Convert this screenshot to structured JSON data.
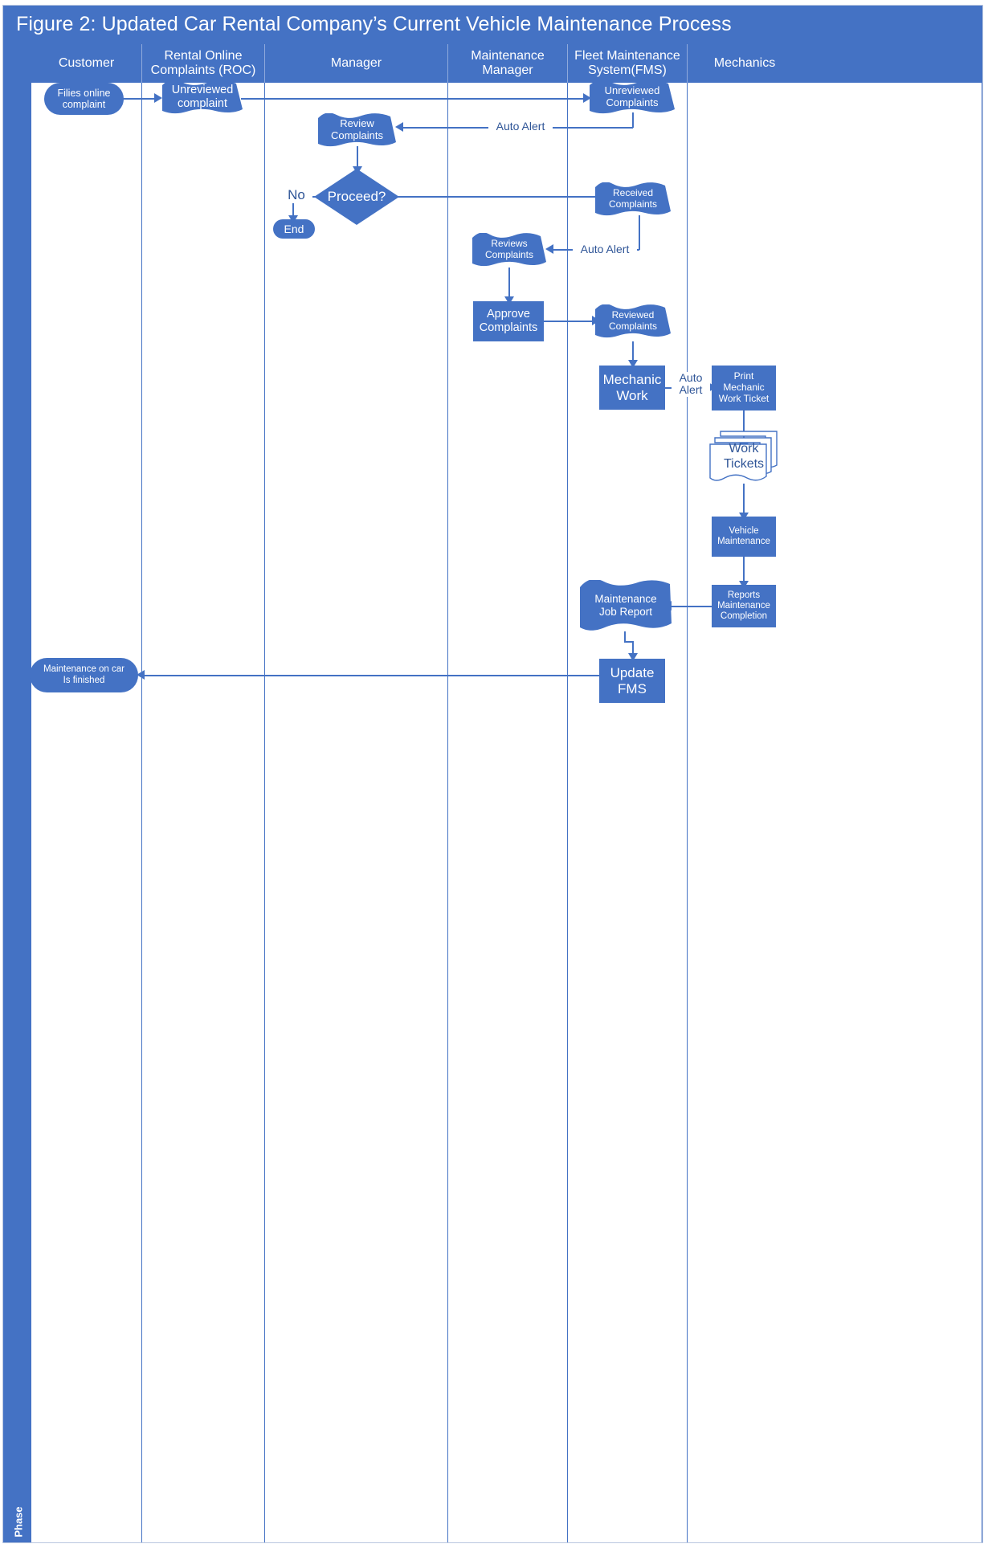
{
  "figure": {
    "title": "Figure 2: Updated Car Rental Company’s Current Vehicle Maintenance Process",
    "phase_label": "Phase",
    "accent_color": "#4472c4",
    "header_text_color": "#ffffff",
    "connector_color": "#4472c4",
    "edge_label_color": "#2f5597"
  },
  "lanes": [
    {
      "id": "customer",
      "label": "Customer"
    },
    {
      "id": "roc",
      "label": "Rental Online\nComplaints (ROC)",
      "line1": "Rental Online",
      "line2": "Complaints (ROC)"
    },
    {
      "id": "manager",
      "label": "Manager"
    },
    {
      "id": "maint_mgr",
      "label": "Maintenance\nManager",
      "line1": "Maintenance",
      "line2": "Manager"
    },
    {
      "id": "fms",
      "label": "Fleet Maintenance\nSystem(FMS)",
      "line1": "Fleet Maintenance",
      "line2": "System(FMS)"
    },
    {
      "id": "mechanics",
      "label": "Mechanics"
    }
  ],
  "nodes": {
    "files_online_complaint": {
      "shape": "terminator",
      "lane": "customer",
      "line1": "Filies online",
      "line2": "complaint"
    },
    "unreviewed_complaint": {
      "shape": "document",
      "lane": "roc",
      "line1": "Unreviewed",
      "line2": "complaint"
    },
    "unreviewed_complaints": {
      "shape": "document",
      "lane": "fms",
      "line1": "Unreviewed",
      "line2": "Complaints"
    },
    "review_complaints": {
      "shape": "document",
      "lane": "manager",
      "line1": "Review",
      "line2": "Complaints"
    },
    "proceed_decision": {
      "shape": "decision",
      "lane": "manager",
      "label": "Proceed?"
    },
    "end": {
      "shape": "terminator",
      "lane": "manager",
      "label": "End"
    },
    "received_complaints": {
      "shape": "document",
      "lane": "fms",
      "line1": "Received",
      "line2": "Complaints"
    },
    "reviews_complaints": {
      "shape": "document",
      "lane": "maint_mgr",
      "line1": "Reviews",
      "line2": "Complaints"
    },
    "approve_complaints": {
      "shape": "process",
      "lane": "maint_mgr",
      "line1": "Approve",
      "line2": "Complaints"
    },
    "reviewed_complaints": {
      "shape": "document",
      "lane": "fms",
      "line1": "Reviewed",
      "line2": "Complaints"
    },
    "mechanic_work": {
      "shape": "process",
      "lane": "fms",
      "line1": "Mechanic",
      "line2": "Work"
    },
    "print_mechanic_ticket": {
      "shape": "process",
      "lane": "mechanics",
      "line1": "Print",
      "line2": "Mechanic",
      "line3": "Work Ticket"
    },
    "work_tickets": {
      "shape": "multidoc",
      "lane": "mechanics",
      "line1": "Work",
      "line2": "Tickets"
    },
    "vehicle_maintenance": {
      "shape": "process",
      "lane": "mechanics",
      "line1": "Vehicle",
      "line2": "Maintenance"
    },
    "reports_completion": {
      "shape": "process",
      "lane": "mechanics",
      "line1": "Reports",
      "line2": "Maintenance",
      "line3": "Completion"
    },
    "maintenance_job_report": {
      "shape": "document",
      "lane": "fms",
      "line1": "Maintenance",
      "line2": "Job Report"
    },
    "update_fms": {
      "shape": "process",
      "lane": "fms",
      "line1": "Update",
      "line2": "FMS"
    },
    "maintenance_finished": {
      "shape": "terminator",
      "lane": "customer",
      "line1": "Maintenance on car",
      "line2": "Is finished"
    }
  },
  "edge_labels": {
    "no": "No",
    "auto_alert_1": "Auto Alert",
    "auto_alert_2": "Auto Alert",
    "auto_alert_3_line1": "Auto",
    "auto_alert_3_line2": "Alert"
  }
}
